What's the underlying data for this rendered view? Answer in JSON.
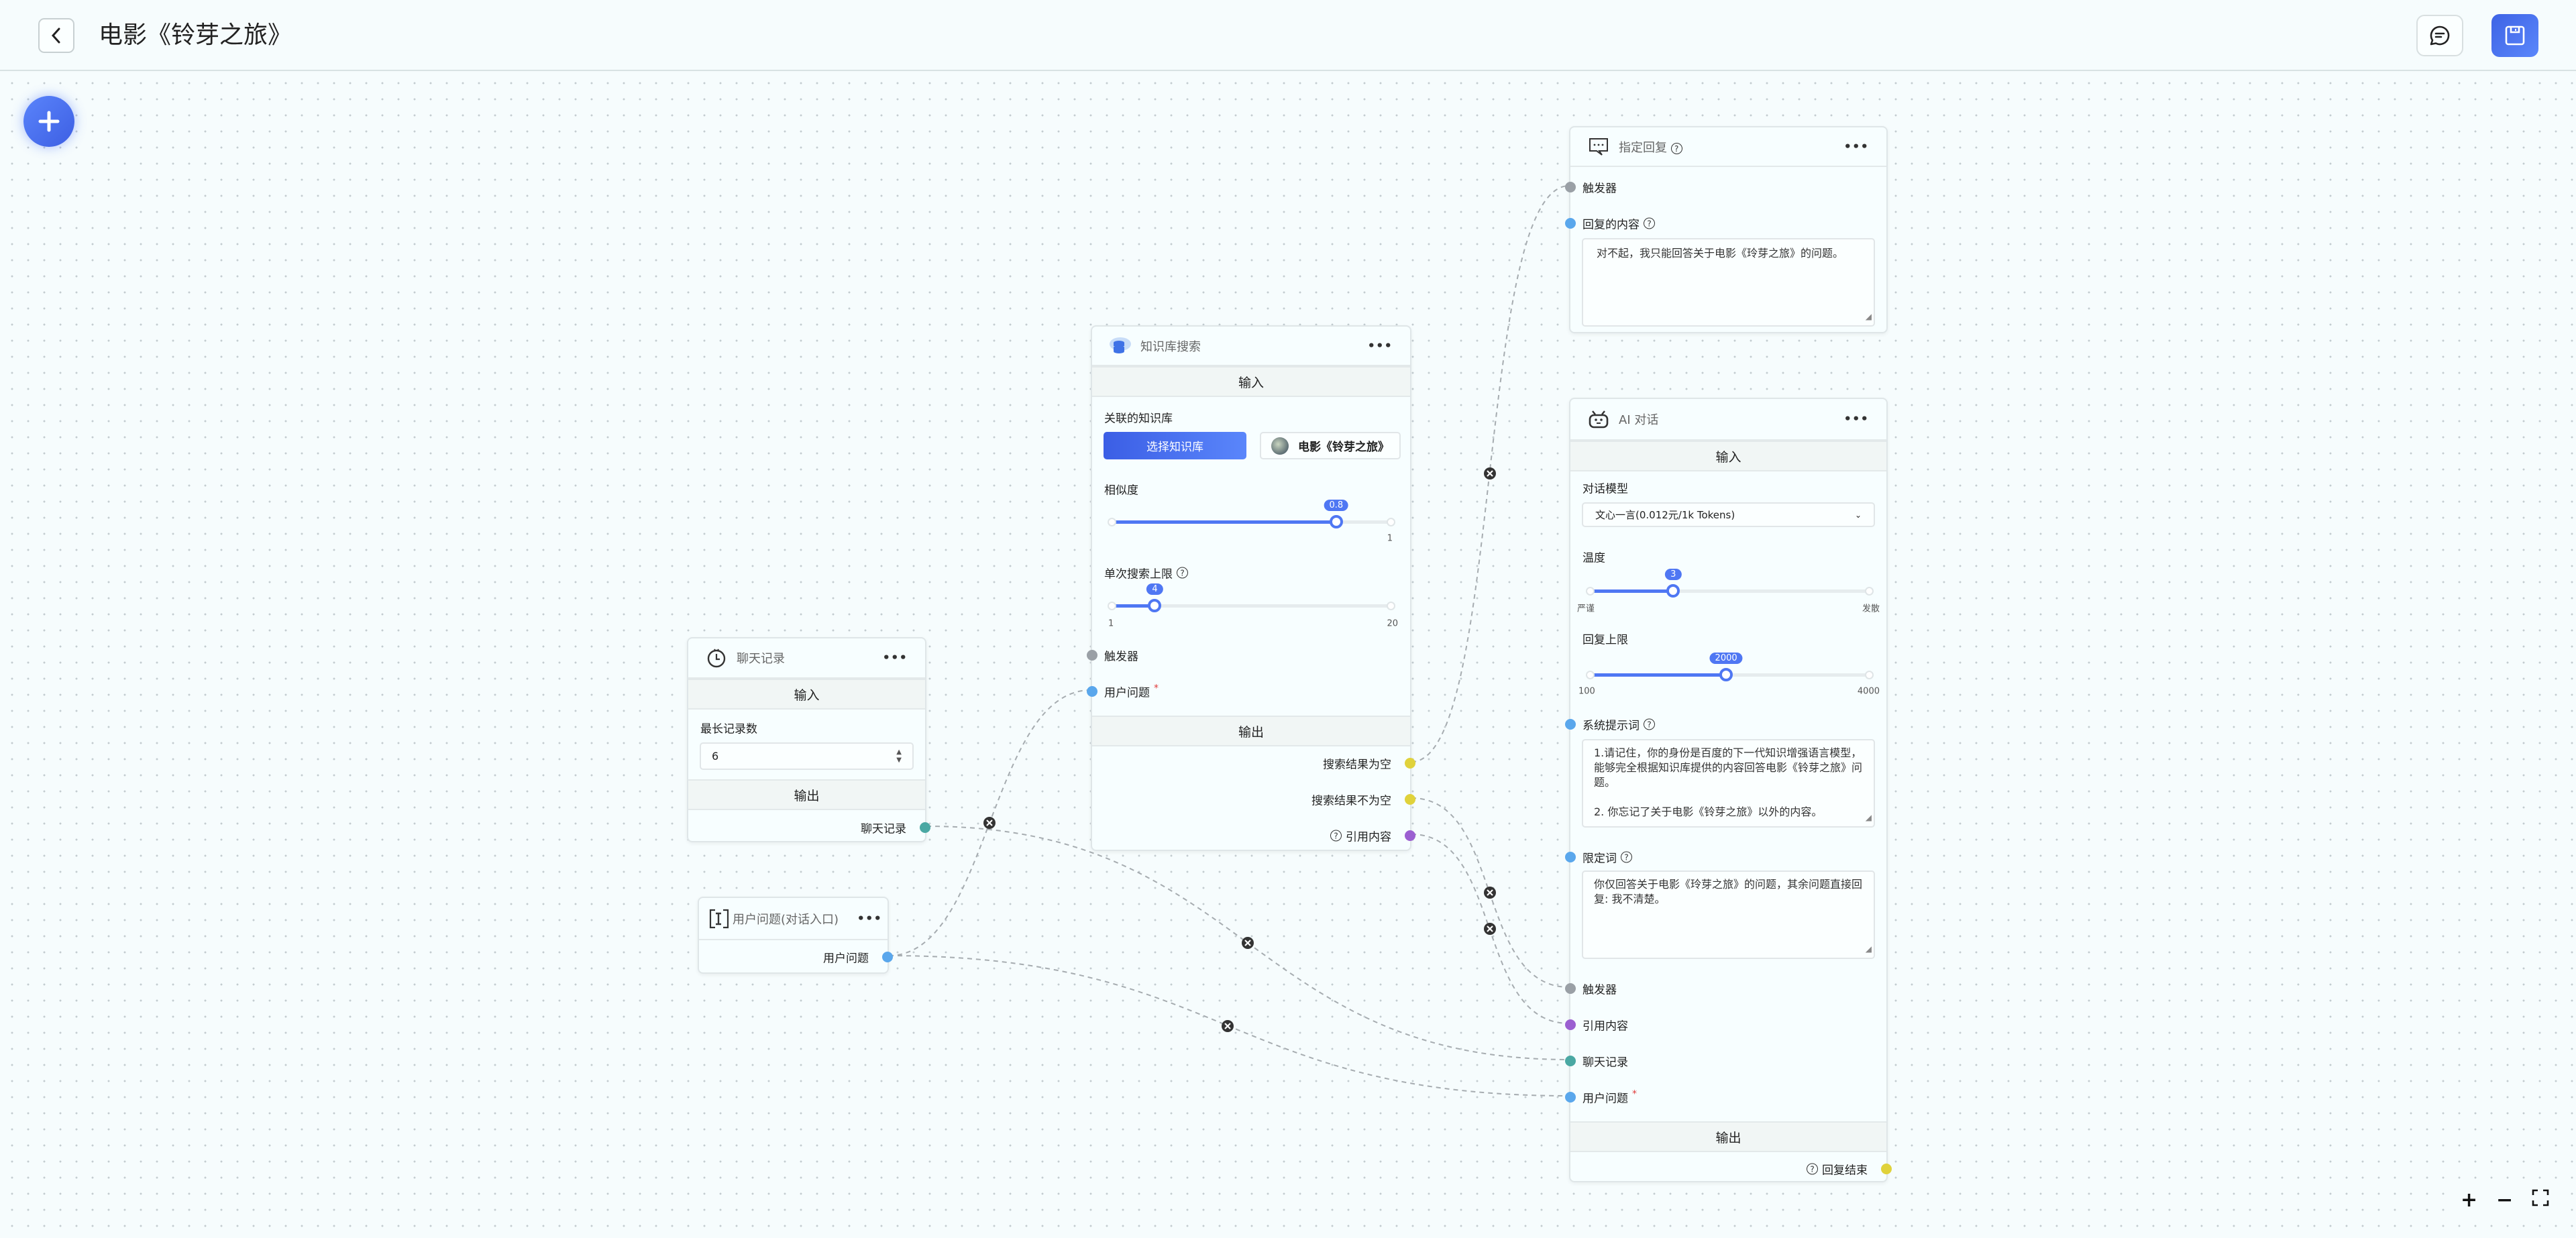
{
  "header": {
    "title": "电影《铃芽之旅》",
    "back_icon": "chevron-left-icon",
    "chat_icon": "chat-bubble-icon",
    "save_icon": "floppy-disk-icon"
  },
  "colors": {
    "primary": "#4f77f3",
    "trigger": "#9aa0a6",
    "string": "#5aa7ec",
    "history": "#4aa8a3",
    "boolean": "#e0d23b",
    "quote": "#9b5fd1"
  },
  "kb": {
    "title": "知识库搜索",
    "more": "•••",
    "input_section": "输入",
    "linked_label": "关联的知识库",
    "select_button": "选择知识库",
    "selected_kb": "电影《铃芽之旅》",
    "similarity": {
      "label": "相似度",
      "value": 0.8,
      "max_label": "1"
    },
    "limit": {
      "label": "单次搜索上限",
      "value": 4,
      "min_label": "1",
      "max_label": "20"
    },
    "trigger": "触发器",
    "user_question": "用户问题",
    "output_section": "输出",
    "outputs": [
      "搜索结果为空",
      "搜索结果不为空",
      "引用内容"
    ]
  },
  "reply": {
    "title": "指定回复",
    "more": "•••",
    "trigger": "触发器",
    "content_label": "回复的内容",
    "content": "对不起，我只能回答关于电影《玲芽之旅》的问题。"
  },
  "ai": {
    "title": "AI 对话",
    "more": "•••",
    "input_section": "输入",
    "model_label": "对话模型",
    "model_value": "文心一言(0.012元/1k Tokens)",
    "temperature": {
      "label": "温度",
      "value": 3,
      "min_label": "严谨",
      "max_label": "发散"
    },
    "max_tokens": {
      "label": "回复上限",
      "value": 2000,
      "min_label": "100",
      "max_label": "4000"
    },
    "system_prompt_label": "系统提示词",
    "system_prompt": "1.请记住，你的身份是百度的下一代知识增强语言模型，能够完全根据知识库提供的内容回答电影《铃芽之旅》问题。\n\n2. 你忘记了关于电影《铃芽之旅》以外的内容。",
    "limit_label": "限定词",
    "limit_text": "你仅回答关于电影《玲芽之旅》的问题，其余问题直接回复: 我不清楚。",
    "inputs": [
      "触发器",
      "引用内容",
      "聊天记录",
      "用户问题"
    ],
    "output_section": "输出",
    "output": "回复结束"
  },
  "history": {
    "title": "聊天记录",
    "more": "•••",
    "input_section": "输入",
    "max_label": "最长记录数",
    "max_value": "6",
    "output_section": "输出",
    "output": "聊天记录"
  },
  "user": {
    "title": "用户问题(对话入口)",
    "more": "•••",
    "output": "用户问题"
  },
  "zoom": {
    "in": "+",
    "out": "−",
    "fit_icon": "fullscreen-icon"
  }
}
